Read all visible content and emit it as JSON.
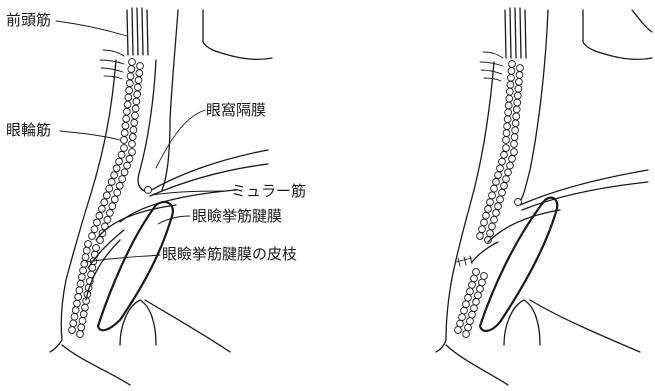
{
  "labels": {
    "frontalis": "前頭筋",
    "orbicularis": "眼輪筋",
    "septum": "眼窩隔膜",
    "muller": "ミュラー筋",
    "aponeurosis": "眼瞼挙筋腱膜",
    "aponeurosis_branch": "眼瞼挙筋腱膜の皮枝"
  }
}
